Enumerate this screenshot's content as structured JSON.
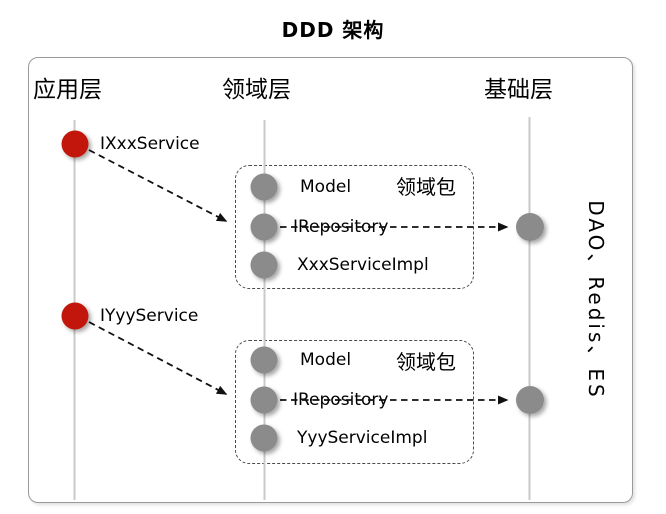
{
  "title": "DDD 架构",
  "columns": {
    "app": "应用层",
    "domain": "领域层",
    "infra": "基础层"
  },
  "services": [
    {
      "label": "IXxxService"
    },
    {
      "label": "IYyyService"
    }
  ],
  "packages": [
    {
      "badge": "领域包",
      "items": [
        "Model",
        "IRepository",
        "XxxServiceImpl"
      ]
    },
    {
      "badge": "领域包",
      "items": [
        "Model",
        "IRepository",
        "YyyServiceImpl"
      ]
    }
  ],
  "infra_label": "DAO、Redis、ES",
  "colors": {
    "service_dot": "#c2180a",
    "node_dot": "#8b8b8b",
    "lifeline": "#c9c9c9",
    "arrow": "#111111"
  }
}
